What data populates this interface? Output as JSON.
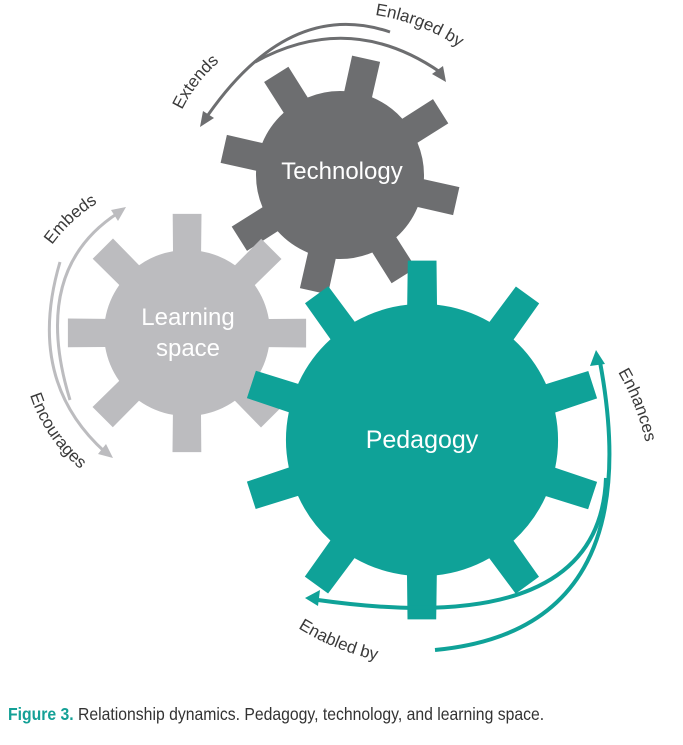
{
  "gears": {
    "technology": {
      "label": "Technology",
      "color": "#6d6e70"
    },
    "learning_space": {
      "label_line1": "Learning",
      "label_line2": "space",
      "color": "#bcbcbf"
    },
    "pedagogy": {
      "label": "Pedagogy",
      "color": "#0fa298"
    }
  },
  "relations": {
    "enlarged_by": "Enlarged by",
    "extends": "Extends",
    "embeds": "Embeds",
    "encourages": "Encourages",
    "enhances": "Enhances",
    "enabled_by": "Enabled by"
  },
  "caption": {
    "figure_label": "Figure 3.",
    "text": " Relationship dynamics. Pedagogy, technology, and learning space."
  }
}
